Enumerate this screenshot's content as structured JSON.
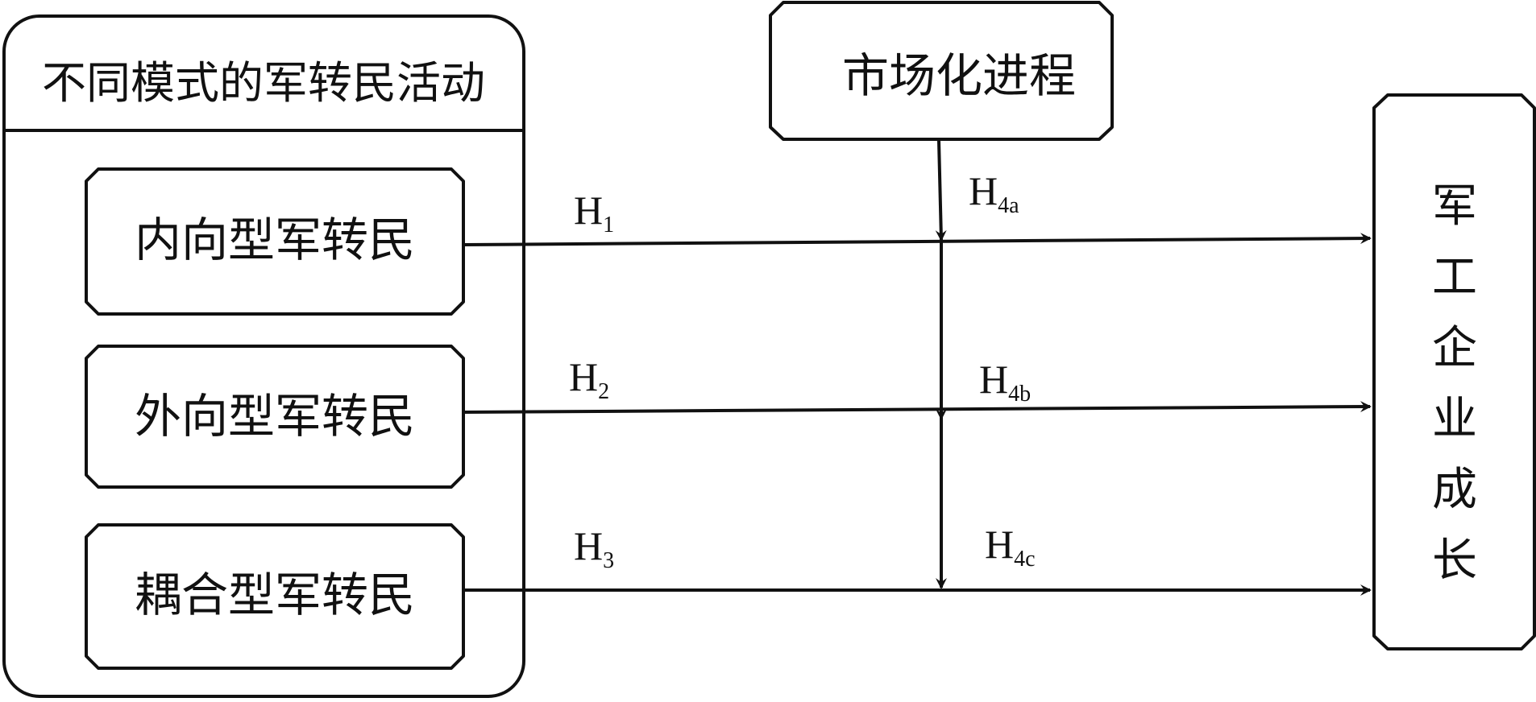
{
  "group": {
    "title": "不同模式的军转民活动",
    "items": [
      {
        "label": "内向型军转民"
      },
      {
        "label": "外向型军转民"
      },
      {
        "label": "耦合型军转民"
      }
    ]
  },
  "moderator": {
    "label": "市场化进程"
  },
  "outcome": {
    "label": "军工企业成长",
    "chars": [
      "军",
      "工",
      "企",
      "业",
      "成",
      "长"
    ]
  },
  "hypotheses": {
    "h1": {
      "main": "H",
      "sub": "1"
    },
    "h2": {
      "main": "H",
      "sub": "2"
    },
    "h3": {
      "main": "H",
      "sub": "3"
    },
    "h4a": {
      "main": "H",
      "sub": "4a"
    },
    "h4b": {
      "main": "H",
      "sub": "4b"
    },
    "h4c": {
      "main": "H",
      "sub": "4c"
    }
  },
  "colors": {
    "stroke": "#111111",
    "background": "#ffffff"
  }
}
